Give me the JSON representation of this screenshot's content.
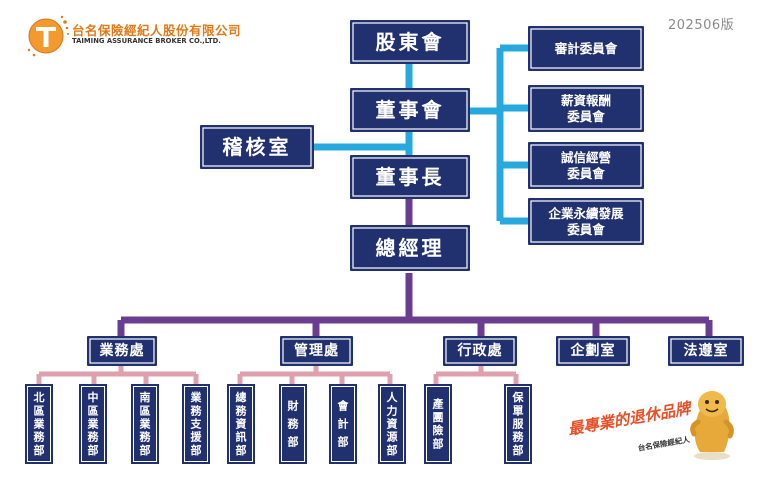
{
  "company": {
    "name_zh": "台名保險經紀人股份有限公司",
    "name_en": "TAIMING ASSURANCE BROKER CO.,LTD."
  },
  "version_label": "202506版",
  "slogan": "最專業的退休品牌",
  "slogan_sub": "台名保險經紀人",
  "colors": {
    "box_fill": "#21306e",
    "box_border_light": "#ffffff",
    "line_blue": "#27a9de",
    "line_purple": "#6b3d91",
    "line_pink": "#dfa0ad",
    "brand_orange": "#e07a1a"
  },
  "chart_data": {
    "type": "org_chart",
    "top": [
      "股東會",
      "董事會",
      "董事長",
      "總經理"
    ],
    "audit_office": "稽核室",
    "committees": [
      "審計委員會",
      "薪資報酬\n委員會",
      "誠信經營\n委員會",
      "企業永續發展\n委員會"
    ],
    "divisions": [
      {
        "name": "業務處",
        "units": [
          "北區業務部",
          "中區業務部",
          "南區業務部",
          "業務支援部"
        ]
      },
      {
        "name": "管理處",
        "units": [
          "總務資訊部",
          "財務部",
          "會計部",
          "人力資源部"
        ]
      },
      {
        "name": "行政處",
        "units": [
          "產團險部",
          "保單服務部"
        ]
      },
      {
        "name": "企劃室",
        "units": []
      },
      {
        "name": "法遵室",
        "units": []
      }
    ]
  }
}
